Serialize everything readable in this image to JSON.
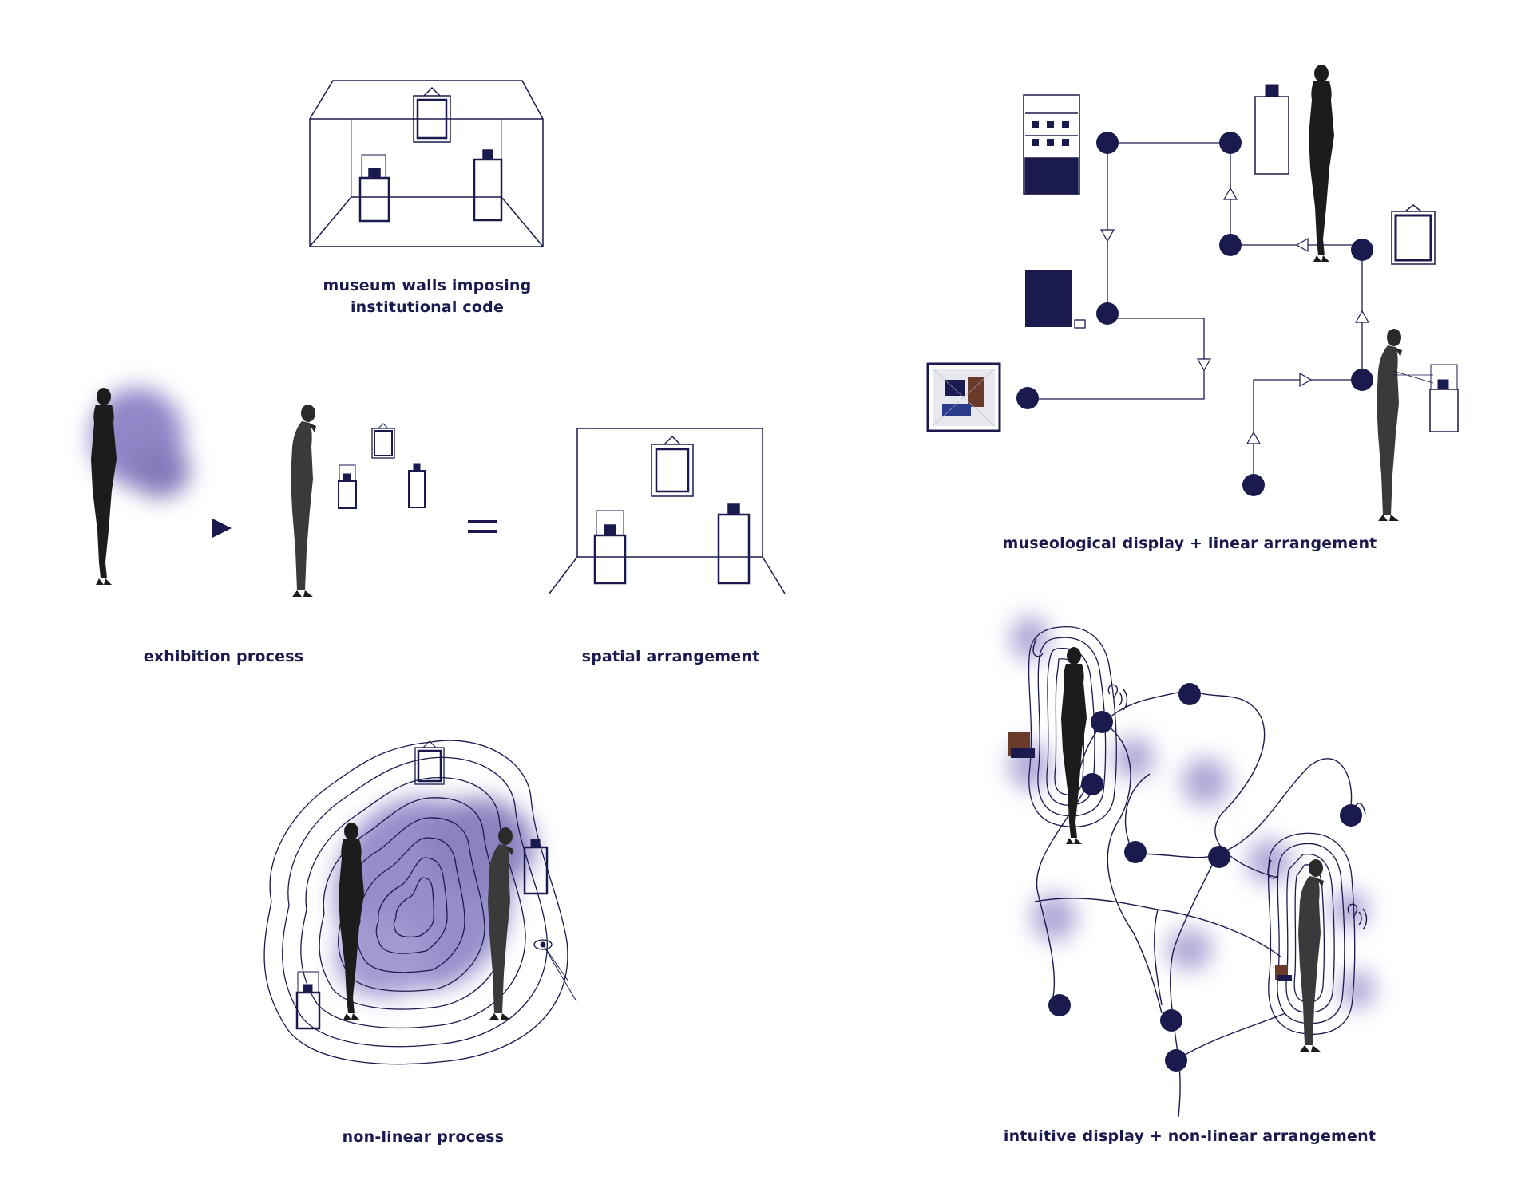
{
  "colors": {
    "ink": "#1a1a4e",
    "watercolor": "#6b5fb5",
    "figure": "#1c1c1c",
    "background": "#ffffff"
  },
  "captions": {
    "museum_walls": {
      "line1": "museum walls imposing",
      "line2": "institutional code"
    },
    "exhibition_process": "exhibition process",
    "spatial_arrangement": "spatial arrangement",
    "non_linear_process": "non-linear process",
    "museological_display": "museological display + linear arrangement",
    "intuitive_display": "intuitive display + non-linear arrangement"
  },
  "icons": [
    "display-case-icon",
    "picture-frame-icon",
    "bookcase-icon",
    "woman-figure-icon",
    "eye-icon",
    "ear-icon",
    "nose-icon",
    "arrow-triangle-icon"
  ]
}
